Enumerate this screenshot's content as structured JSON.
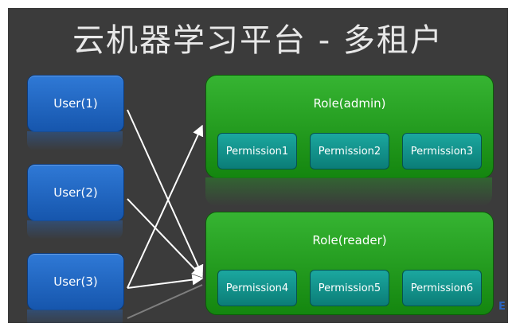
{
  "title": "云机器学习平台 - 多租户",
  "users": [
    {
      "label": "User(1)"
    },
    {
      "label": "User(2)"
    },
    {
      "label": "User(3)"
    }
  ],
  "roles": [
    {
      "label": "Role(admin)",
      "permissions": [
        "Permission1",
        "Permission2",
        "Permission3"
      ]
    },
    {
      "label": "Role(reader)",
      "permissions": [
        "Permission4",
        "Permission5",
        "Permission6"
      ]
    }
  ],
  "edges": [
    {
      "from": "User(1)",
      "to": "Role(reader)"
    },
    {
      "from": "User(2)",
      "to": "Role(reader)"
    },
    {
      "from": "User(3)",
      "to": "Role(admin)"
    },
    {
      "from": "User(3)",
      "to": "Role(reader)"
    }
  ],
  "colors": {
    "background": "#3b3b3b",
    "user_box": "#1f66c2",
    "role_box": "#22a01e",
    "permission_box": "#129590",
    "connector": "#ffffff"
  },
  "corner_mark": "E"
}
